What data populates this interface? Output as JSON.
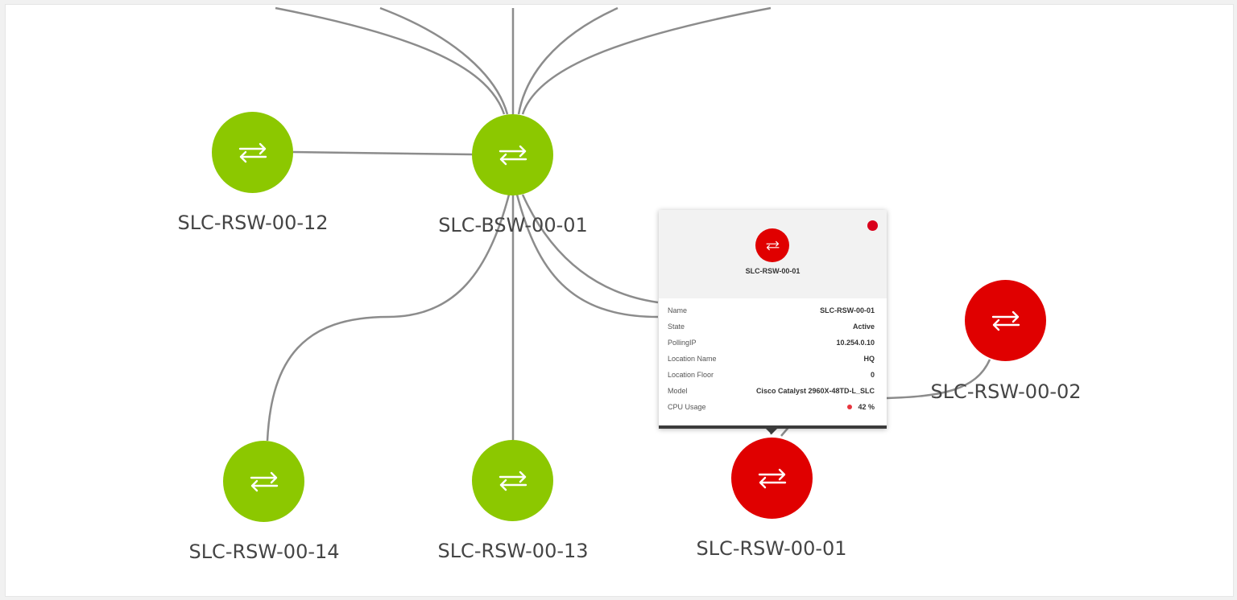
{
  "colors": {
    "ok": "#8cc800",
    "alert": "#e00000",
    "link": "#8c8c8c",
    "status_dot": "#d9001b",
    "cpu_dot": "#e8353e"
  },
  "nodes": [
    {
      "id": "bsw01",
      "label": "SLC-BSW-00-01",
      "status": "ok",
      "icon": "switch-arrows-icon"
    },
    {
      "id": "rsw12",
      "label": "SLC-RSW-00-12",
      "status": "ok",
      "icon": "switch-arrows-icon"
    },
    {
      "id": "rsw14",
      "label": "SLC-RSW-00-14",
      "status": "ok",
      "icon": "switch-arrows-icon"
    },
    {
      "id": "rsw13",
      "label": "SLC-RSW-00-13",
      "status": "ok",
      "icon": "switch-arrows-icon"
    },
    {
      "id": "rsw01",
      "label": "SLC-RSW-00-01",
      "status": "alert",
      "icon": "switch-arrows-icon"
    },
    {
      "id": "rsw02",
      "label": "SLC-RSW-00-02",
      "status": "alert",
      "icon": "switch-arrows-icon"
    }
  ],
  "tooltip": {
    "title": "SLC-RSW-00-01",
    "status": "alert",
    "icon": "switch-arrows-icon",
    "rows": [
      {
        "label": "Name",
        "value": "SLC-RSW-00-01"
      },
      {
        "label": "State",
        "value": "Active"
      },
      {
        "label": "PollingIP",
        "value": "10.254.0.10"
      },
      {
        "label": "Location Name",
        "value": "HQ"
      },
      {
        "label": "Location Floor",
        "value": "0"
      },
      {
        "label": "Model",
        "value": "Cisco Catalyst 2960X-48TD-L_SLC"
      },
      {
        "label": "CPU Usage",
        "value": "42 %"
      }
    ]
  }
}
